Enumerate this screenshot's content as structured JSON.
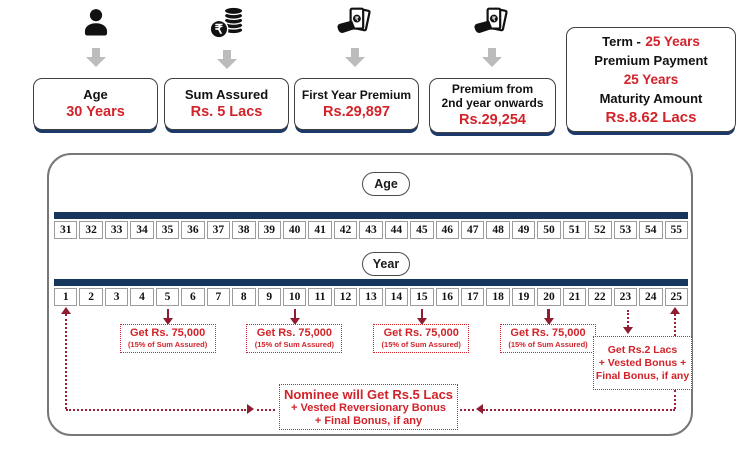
{
  "colors": {
    "accent_red": "#d2232a",
    "arrow_maroon": "#8e1e2f",
    "navy": "#17365d",
    "gray_arrow": "#bcbcbc"
  },
  "top": {
    "items": [
      {
        "icon": "person-icon",
        "title": "Age",
        "title2": "",
        "value": "30 Years"
      },
      {
        "icon": "rupee-coins-icon",
        "title": "Sum Assured",
        "title2": "",
        "value": "Rs. 5 Lacs"
      },
      {
        "icon": "hand-money-icon",
        "title": "First Year Premium",
        "title2": "",
        "value": "Rs.29,897"
      },
      {
        "icon": "hand-money-icon",
        "title": "Premium from",
        "title2": "2nd year onwards",
        "value": "Rs.29,254"
      }
    ],
    "summary": {
      "term_label": "Term  -",
      "term_value": "25 Years",
      "premium_payment_label": "Premium Payment",
      "premium_payment_value": "25 Years",
      "maturity_label": "Maturity Amount",
      "maturity_value": "Rs.8.62 Lacs"
    }
  },
  "timeline": {
    "age_label": "Age",
    "ages": [
      31,
      32,
      33,
      34,
      35,
      36,
      37,
      38,
      39,
      40,
      41,
      42,
      43,
      44,
      45,
      46,
      47,
      48,
      49,
      50,
      51,
      52,
      53,
      54,
      55
    ],
    "year_label": "Year",
    "years": [
      1,
      2,
      3,
      4,
      5,
      6,
      7,
      8,
      9,
      10,
      11,
      12,
      13,
      14,
      15,
      16,
      17,
      18,
      19,
      20,
      21,
      22,
      23,
      24,
      25
    ],
    "payouts": {
      "years": [
        5,
        10,
        15,
        20
      ],
      "line1": "Get Rs. 75,000",
      "line2": "(15% of Sum Assured)"
    },
    "maturity_box": {
      "lines": [
        "Get Rs.2 Lacs",
        "+ Vested Bonus +",
        "Final Bonus, if any"
      ]
    },
    "nominee_box": {
      "lines": [
        "Nominee will Get Rs.5 Lacs",
        "+ Vested Reversionary Bonus",
        "+ Final Bonus, if any"
      ]
    }
  }
}
